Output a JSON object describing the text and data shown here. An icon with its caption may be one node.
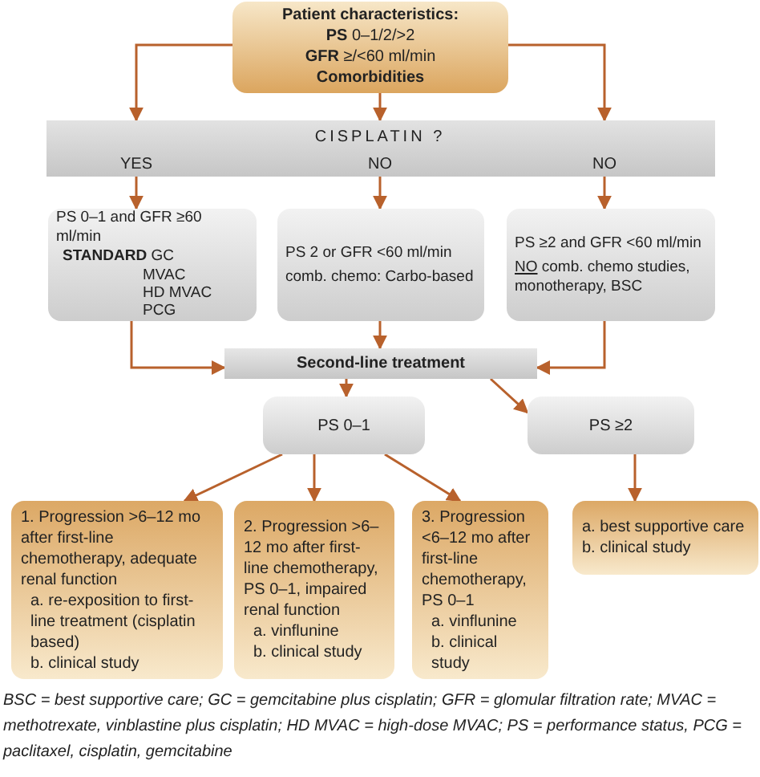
{
  "diagram": {
    "nodes": [
      {
        "text": [
          "Patient characteristics:",
          "**PS** 0–1/2/>2",
          "**GFR** ≥/<60 ml/min",
          "Comorbidities"
        ]
      },
      {
        "text": [
          "CISPLATIN ?",
          "YES",
          "NO",
          "NO"
        ]
      },
      {
        "text": [
          "PS 0–1 and GFR ≥60 ml/min",
          "**STANDARD** GC",
          "MVAC",
          "HD MVAC",
          "PCG"
        ]
      },
      {
        "text": [
          "PS 2 or GFR <60 ml/min",
          "comb. chemo: Carbo-based"
        ]
      },
      {
        "text": [
          "PS ≥2 and GFR <60 ml/min",
          "NO",
          "comb. chemo studies, monotherapy, BSC"
        ]
      },
      {
        "text": [
          "Second-line treatment"
        ]
      },
      {
        "text": [
          "PS 0–1"
        ]
      },
      {
        "text": [
          "PS ≥2"
        ]
      },
      {
        "text": [
          "1. Progression >6–12 mo after first-line chemotherapy, adequate renal function",
          "a. re-exposition to first-line treatment (cisplatin based)",
          "b. clinical study"
        ]
      },
      {
        "text": [
          "2. Progression >6–12 mo after first-line chemotherapy, PS 0–1, impaired renal function",
          "a. vinflunine",
          "b. clinical study"
        ]
      },
      {
        "text": [
          "3. Progression <6–12 mo after first-line chemotherapy, PS 0–1",
          "a. vinflunine",
          "b. clinical study"
        ]
      },
      {
        "text": [
          "a. best supportive care",
          "b. clinical study"
        ]
      }
    ],
    "edges": [
      {
        "from": 0,
        "to": 1,
        "arrow": "to"
      },
      {
        "from": 0,
        "to": 1,
        "arrow": "to"
      },
      {
        "from": 0,
        "to": 1,
        "arrow": "to"
      },
      {
        "from": 1,
        "to": 2,
        "arrow": "to"
      },
      {
        "from": 1,
        "to": 3,
        "arrow": "to"
      },
      {
        "from": 1,
        "to": 4,
        "arrow": "to"
      },
      {
        "from": 2,
        "to": 5,
        "arrow": "to"
      },
      {
        "from": 3,
        "to": 5,
        "arrow": "to"
      },
      {
        "from": 4,
        "to": 5,
        "arrow": "to"
      },
      {
        "from": 5,
        "to": 6,
        "arrow": "to"
      },
      {
        "from": 5,
        "to": 7,
        "arrow": "to"
      },
      {
        "from": 6,
        "to": 8,
        "arrow": "to"
      },
      {
        "from": 6,
        "to": 9,
        "arrow": "to"
      },
      {
        "from": 6,
        "to": 10,
        "arrow": "to"
      },
      {
        "from": 7,
        "to": 11,
        "arrow": "to"
      }
    ],
    "caption": "BSC = best supportive care; GC = gemcitabine plus cisplatin; GFR = glomular filtration rate; MVAC = methotrexate, vinblastine plus cisplatin; HD MVAC = high-dose MVAC; PS = performance status, PCG = paclitaxel, cisplatin, gemcitabine"
  }
}
